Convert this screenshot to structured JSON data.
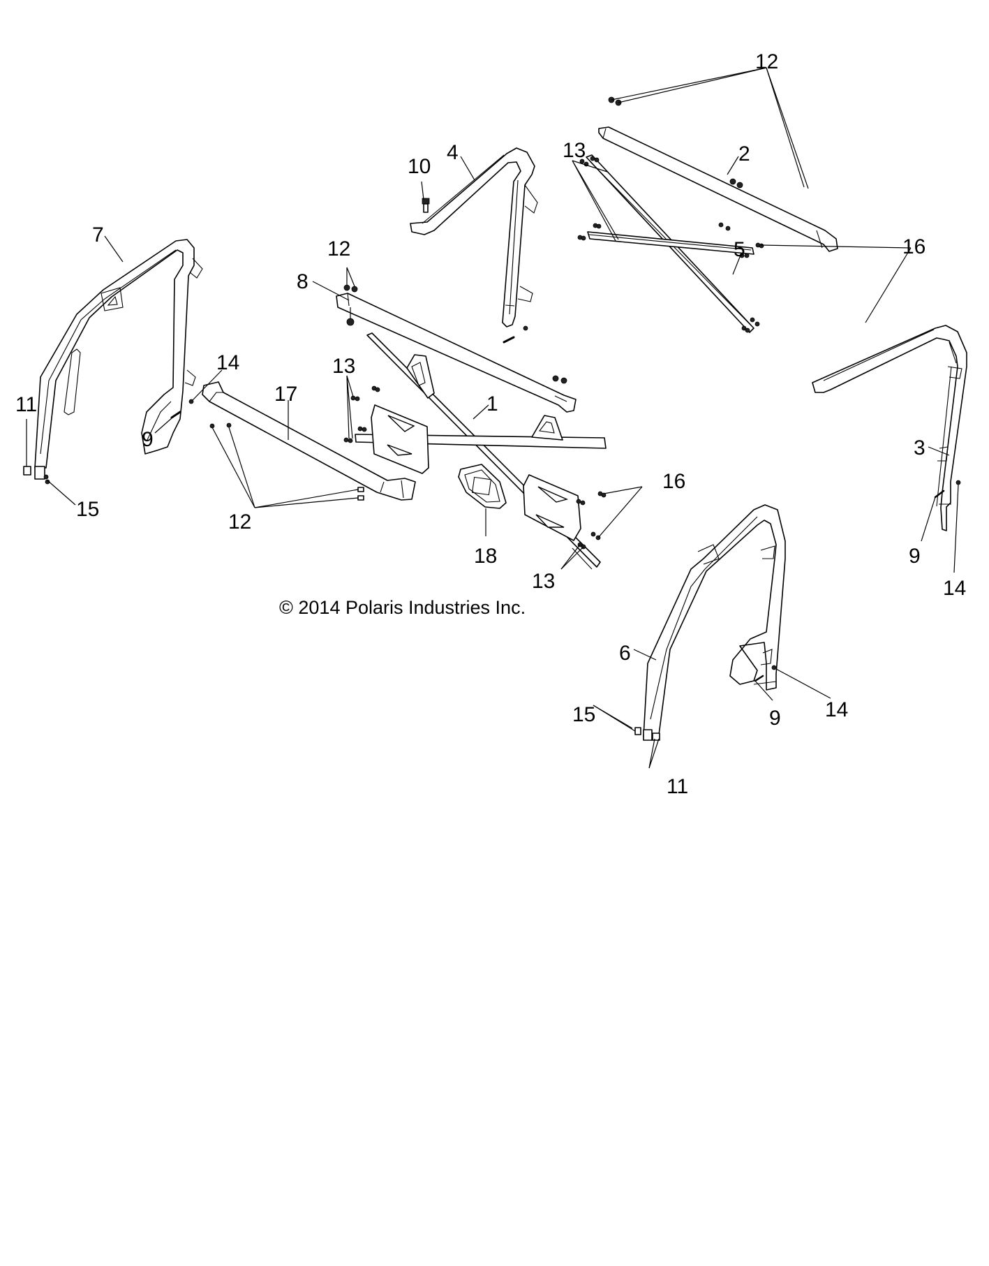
{
  "title": "Cab frame exploded parts diagram",
  "copyright": "© 2014 Polaris Industries Inc.",
  "parts": [
    {
      "id": "cab-frame-main",
      "label": "1"
    },
    {
      "id": "rear-cross-bar",
      "label": "2"
    },
    {
      "id": "rear-right-hoop",
      "label": "3"
    },
    {
      "id": "front-upper-hoop",
      "label": "4"
    },
    {
      "id": "x-brace",
      "label": "5"
    },
    {
      "id": "front-right-rollbar",
      "label": "6"
    },
    {
      "id": "front-left-rollbar",
      "label": "7"
    },
    {
      "id": "front-cross-bar",
      "label": "8"
    },
    {
      "id": "pin",
      "label": "9"
    },
    {
      "id": "bolt",
      "label": "10"
    },
    {
      "id": "clip",
      "label": "11"
    },
    {
      "id": "bolt-12",
      "label": "12"
    },
    {
      "id": "nut-13",
      "label": "13"
    },
    {
      "id": "retainer",
      "label": "14"
    },
    {
      "id": "screw-15",
      "label": "15"
    },
    {
      "id": "nut-16",
      "label": "16"
    },
    {
      "id": "lower-bar",
      "label": "17"
    },
    {
      "id": "emblem",
      "label": "18"
    }
  ],
  "callouts": {
    "c12_top": "12",
    "c2": "2",
    "c13_topright": "13",
    "c4": "4",
    "c10": "10",
    "c7": "7",
    "c12_mid": "12",
    "c8": "8",
    "c16_right": "16",
    "c5": "5",
    "c14_left": "14",
    "c13_center": "13",
    "c17": "17",
    "c1": "1",
    "c11_left": "11",
    "c9_left": "9",
    "c3": "3",
    "c16_mid": "16",
    "c15_left": "15",
    "c12_bottom": "12",
    "c18": "18",
    "c13_bottom": "13",
    "c9_right": "9",
    "c14_right": "14",
    "c6": "6",
    "c9_lower": "9",
    "c14_lower": "14",
    "c15_lower": "15",
    "c11_lower": "11"
  }
}
